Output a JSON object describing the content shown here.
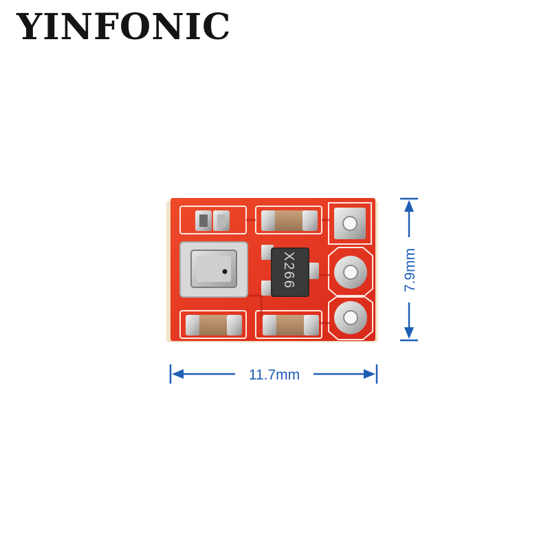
{
  "brand": {
    "name": "YINFONIC"
  },
  "product": {
    "chip_marking": "X266",
    "width_label": "11.7mm",
    "height_label": "7.9mm"
  },
  "colors": {
    "pcb": "#e8311f",
    "dimension": "#1e5eb5",
    "text": "#141414"
  }
}
